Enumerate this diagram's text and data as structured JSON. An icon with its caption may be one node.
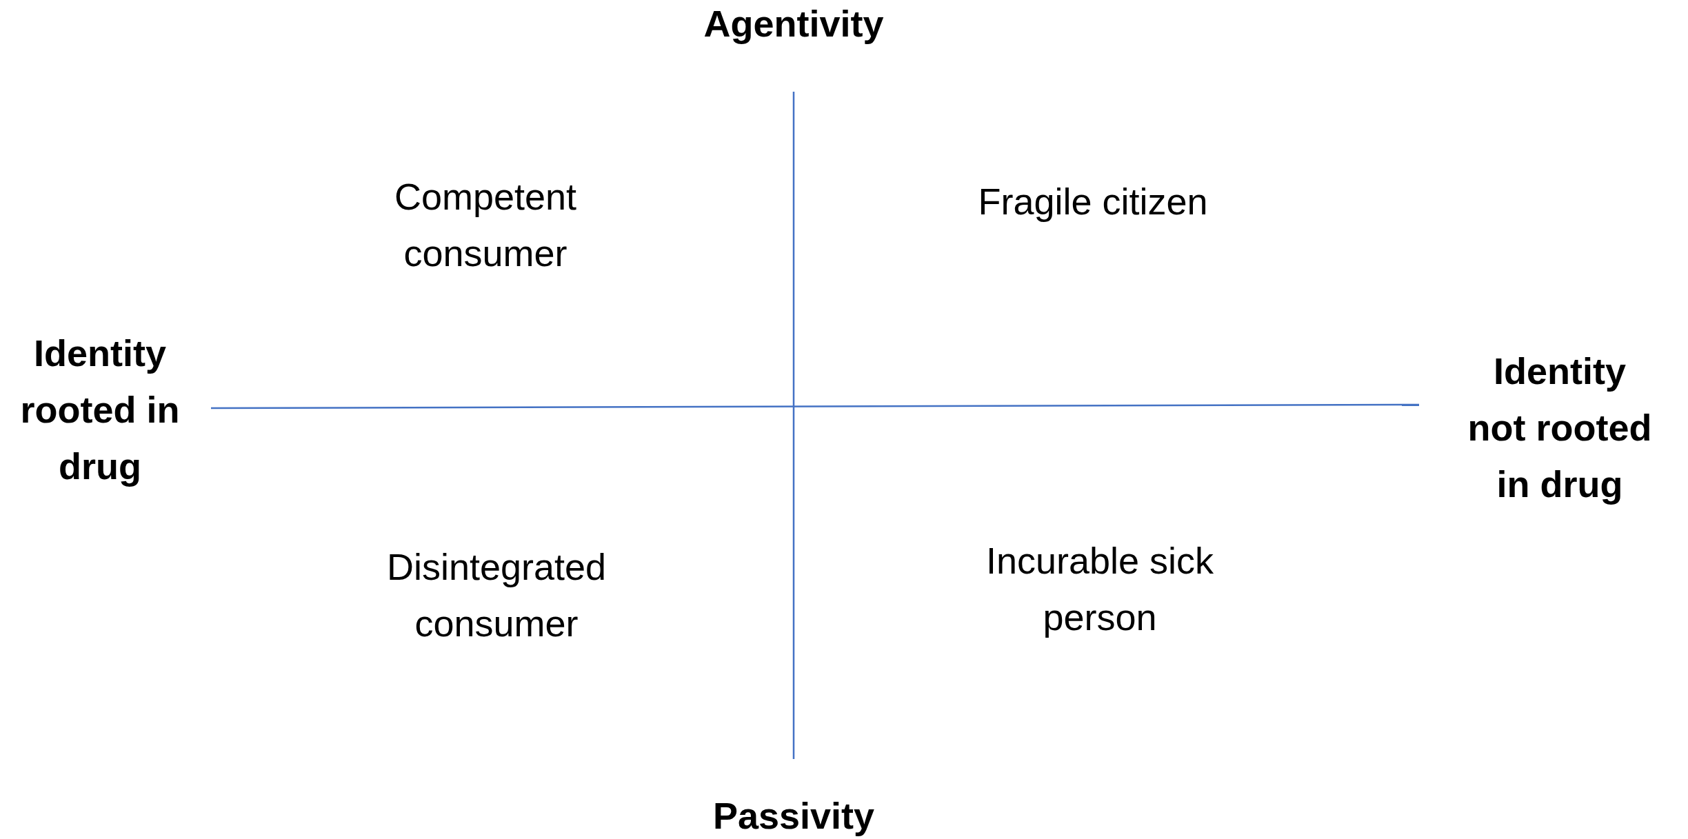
{
  "diagram": {
    "labels": [
      "Agentivity",
      "Competent consumer",
      "Fragile citizen",
      "Identity rooted in drug",
      "Identity not rooted in drug",
      "Disintegrated consumer",
      "Incurable sick person",
      "Passivity"
    ]
  }
}
